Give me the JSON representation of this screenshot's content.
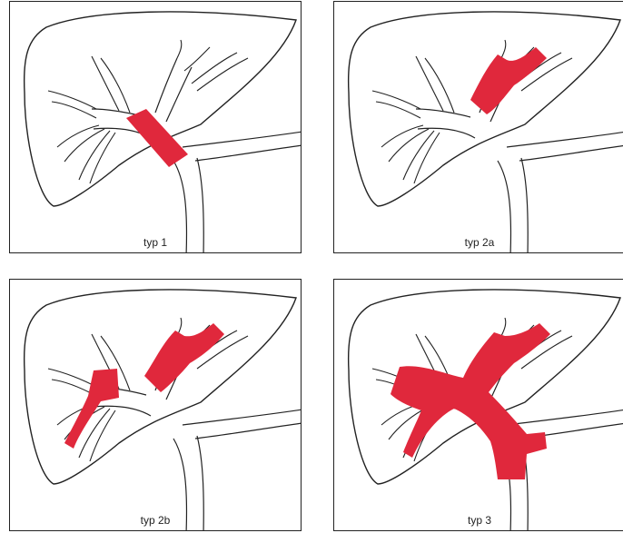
{
  "figure": {
    "panels": [
      {
        "id": "typ-1",
        "label": "typ 1"
      },
      {
        "id": "typ-2a",
        "label": "typ 2a"
      },
      {
        "id": "typ-2b",
        "label": "typ 2b"
      },
      {
        "id": "typ-3",
        "label": "typ 3"
      }
    ]
  },
  "colors": {
    "highlight": "#e0283c",
    "line": "#222222",
    "background": "#ffffff"
  }
}
